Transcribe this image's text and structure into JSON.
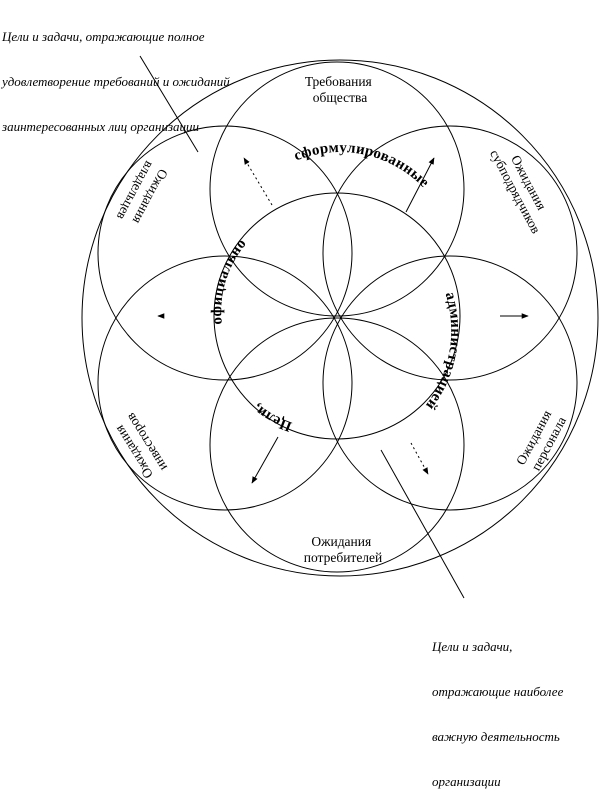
{
  "notes": {
    "top": {
      "lines": [
        "Цели и задачи, отражающие полное",
        "удовлетворение требований и ожиданий",
        "заинтересованных лиц организации"
      ]
    },
    "bottom": {
      "lines": [
        "Цели и задачи,",
        "отражающие наиболее",
        "важную деятельность",
        "организации"
      ]
    }
  },
  "petals": {
    "society": {
      "line1": "Требования",
      "line2": "общества"
    },
    "suppliers": {
      "line1": "Ожидания",
      "line2": "субподрядчиков"
    },
    "personnel": {
      "line1": "Ожидания",
      "line2": "персонала"
    },
    "consumers": {
      "line1": "Ожидания",
      "line2": "потребителей"
    },
    "investors": {
      "line1": "Ожидания",
      "line2": "инвесторов"
    },
    "owners": {
      "line1": "Ожидания",
      "line2": "владельцев"
    }
  },
  "center_words": {
    "w1": "сформулированные",
    "w2": "администрацией",
    "w3": "Цели,",
    "w4": "официально"
  }
}
